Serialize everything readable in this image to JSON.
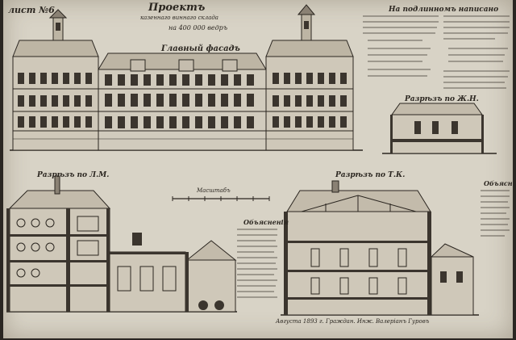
{
  "sheet_number": "лист №6",
  "title": "Проектъ",
  "subtitle": "казеннаго виннаго склада",
  "capacity": "на 400 000 ведръ",
  "facade_label": "Главный фасадъ",
  "signatures_heading": "На подлинномъ написано",
  "section_1_label": "Разрѣзъ по Ж.Н.",
  "section_2_label": "Разрѣзъ по Л.М.",
  "section_3_label": "Разрѣзъ по Т.К.",
  "scale_label": "Масштабъ",
  "legend_left_heading": "Объясненія",
  "legend_right_heading": "Объясн.",
  "date_line": "Августа 1893 г. Граждан. Инж. Валерiанъ Гуровъ",
  "colors": {
    "paper": "#d8d3c6",
    "ink": "#2b2620",
    "frame": "#2a2622"
  }
}
